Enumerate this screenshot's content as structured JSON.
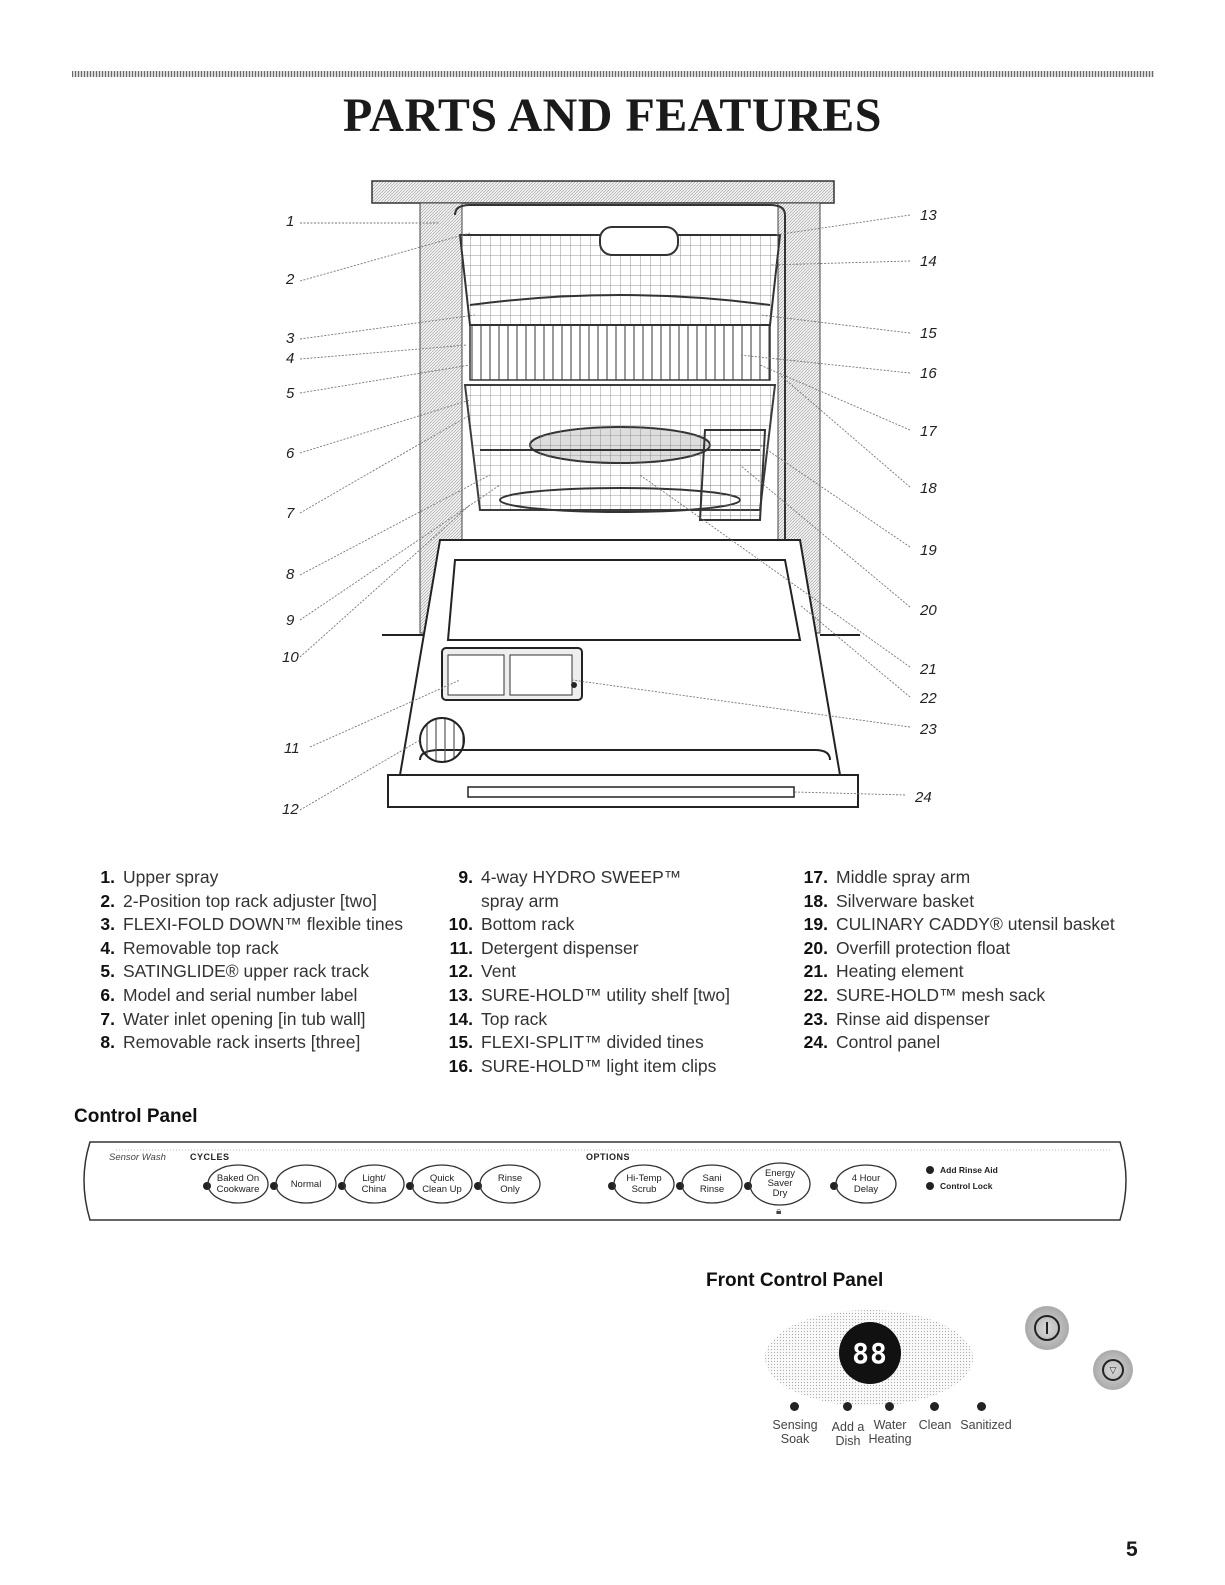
{
  "page": {
    "title": "PARTS AND FEATURES",
    "page_number": "5"
  },
  "callouts": [
    "1",
    "2",
    "3",
    "4",
    "5",
    "6",
    "7",
    "8",
    "9",
    "10",
    "11",
    "12",
    "13",
    "14",
    "15",
    "16",
    "17",
    "18",
    "19",
    "20",
    "21",
    "22",
    "23",
    "24"
  ],
  "parts": {
    "col1": [
      {
        "num": "1.",
        "text": "Upper spray"
      },
      {
        "num": "2.",
        "text": "2-Position top rack adjuster [two]"
      },
      {
        "num": "3.",
        "text": "FLEXI-FOLD DOWN™ flexible tines"
      },
      {
        "num": "4.",
        "text": "Removable top rack"
      },
      {
        "num": "5.",
        "text": "SATINGLIDE® upper rack track"
      },
      {
        "num": "6.",
        "text": "Model and serial number label"
      },
      {
        "num": "7.",
        "text": "Water inlet opening [in tub wall]"
      },
      {
        "num": "8.",
        "text": "Removable rack inserts [three]"
      }
    ],
    "col2": [
      {
        "num": "9.",
        "text": "4-way HYDRO SWEEP™",
        "text2": "spray arm"
      },
      {
        "num": "10.",
        "text": "Bottom rack"
      },
      {
        "num": "11.",
        "text": "Detergent dispenser"
      },
      {
        "num": "12.",
        "text": "Vent"
      },
      {
        "num": "13.",
        "text": "SURE-HOLD™ utility shelf [two]"
      },
      {
        "num": "14.",
        "text": "Top rack"
      },
      {
        "num": "15.",
        "text": "FLEXI-SPLIT™ divided tines"
      },
      {
        "num": "16.",
        "text": "SURE-HOLD™ light item clips"
      }
    ],
    "col3": [
      {
        "num": "17.",
        "text": "Middle spray arm"
      },
      {
        "num": "18.",
        "text": "Silverware basket"
      },
      {
        "num": "19.",
        "text": "CULINARY CADDY® utensil basket"
      },
      {
        "num": "20.",
        "text": "Overfill protection float"
      },
      {
        "num": "21.",
        "text": "Heating element"
      },
      {
        "num": "22.",
        "text": "SURE-HOLD™ mesh sack"
      },
      {
        "num": "23.",
        "text": "Rinse aid dispenser"
      },
      {
        "num": "24.",
        "text": "Control panel"
      }
    ]
  },
  "control_panel": {
    "heading": "Control Panel",
    "sensor_wash": "Sensor Wash",
    "cycles_label": "CYCLES",
    "options_label": "OPTIONS",
    "cycles": [
      {
        "l1": "Baked On",
        "l2": "Cookware"
      },
      {
        "l1": "Normal",
        "l2": ""
      },
      {
        "l1": "Light/",
        "l2": "China"
      },
      {
        "l1": "Quick",
        "l2": "Clean Up"
      },
      {
        "l1": "Rinse",
        "l2": "Only"
      }
    ],
    "options": [
      {
        "l1": "Hi-Temp",
        "l2": "Scrub"
      },
      {
        "l1": "Sani",
        "l2": "Rinse"
      },
      {
        "l1": "Energy",
        "l2": "Saver",
        "l3": "Dry"
      },
      {
        "l1": "4 Hour",
        "l2": "Delay"
      }
    ],
    "indicators": [
      "Add Rinse Aid",
      "Control Lock"
    ]
  },
  "front_control_panel": {
    "heading": "Front Control Panel",
    "display": "88",
    "lights": [
      {
        "label": "Sensing\nSoak"
      },
      {
        "label": "Add a\nDish"
      },
      {
        "label": "Water\nHeating"
      },
      {
        "label": "Clean"
      },
      {
        "label": "Sanitized"
      }
    ]
  }
}
